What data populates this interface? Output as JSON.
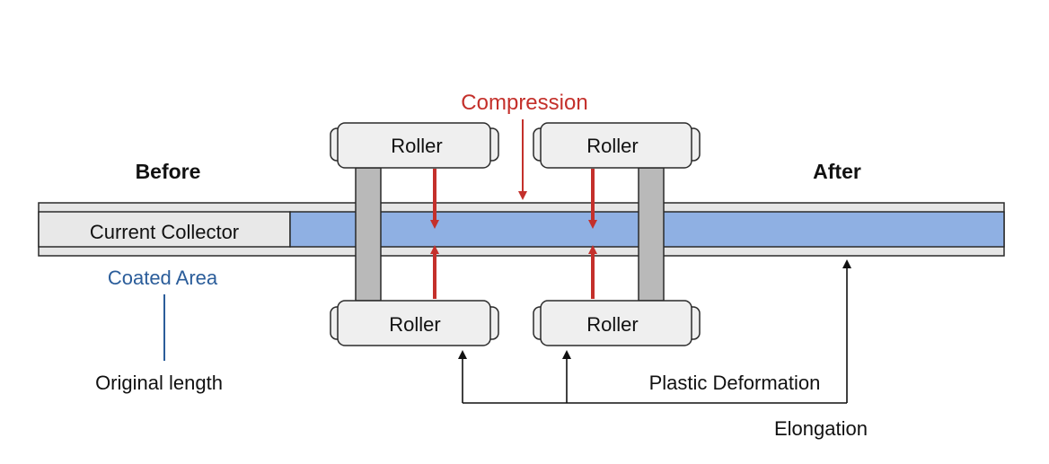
{
  "labels": {
    "compression": "Compression",
    "before": "Before",
    "after": "After",
    "current_collector": "Current Collector",
    "coated_area": "Coated Area",
    "original_length": "Original length",
    "plastic_deformation": "Plastic Deformation",
    "elongation": "Elongation"
  },
  "rollers": {
    "top_left": "Roller",
    "top_right": "Roller",
    "bottom_left": "Roller",
    "bottom_right": "Roller"
  },
  "colors": {
    "coating_blue": "#8fb0e3",
    "foil_gray": "#e6e6e6",
    "roller_fill": "#efefef",
    "post_gray": "#b9b9b9",
    "compression_red": "#c4302b",
    "coated_area_blue": "#2b5d9a",
    "outline": "#2a2a2a"
  }
}
